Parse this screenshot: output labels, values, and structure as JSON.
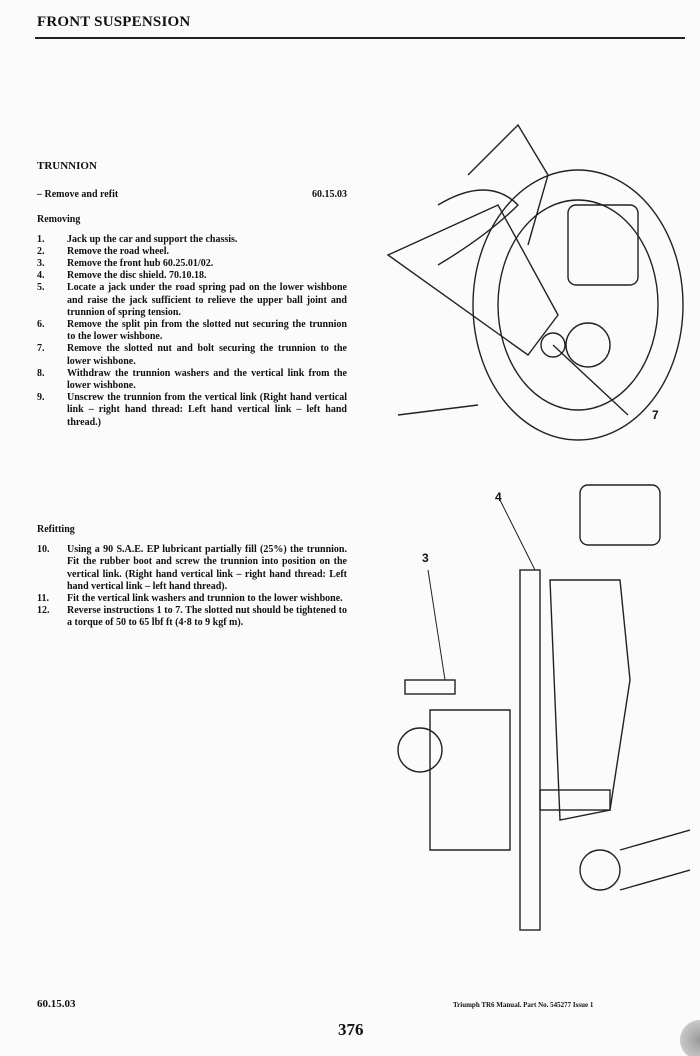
{
  "header": {
    "title": "FRONT SUSPENSION"
  },
  "section": {
    "title": "TRUNNION",
    "subtitle": "– Remove and refit",
    "op_code": "60.15.03"
  },
  "removing": {
    "heading": "Removing",
    "steps": [
      {
        "n": "1.",
        "text": "Jack up the car and support the chassis."
      },
      {
        "n": "2.",
        "text": "Remove the road wheel."
      },
      {
        "n": "3.",
        "text": "Remove the front hub 60.25.01/02."
      },
      {
        "n": "4.",
        "text": "Remove the disc shield. 70.10.18."
      },
      {
        "n": "5.",
        "text": "Locate a jack under the road spring pad on the lower wishbone and raise the jack sufficient to relieve the upper ball joint and trunnion of spring tension."
      },
      {
        "n": "6.",
        "text": "Remove the split pin from the slotted nut securing the trunnion to the lower wishbone."
      },
      {
        "n": "7.",
        "text": "Remove the slotted nut and bolt securing the trunnion to the lower wishbone."
      },
      {
        "n": "8.",
        "text": "Withdraw the trunnion washers and the vertical link from the lower wishbone."
      },
      {
        "n": "9.",
        "text": "Unscrew the trunnion from the vertical link (Right hand vertical link – right hand thread: Left hand vertical link – left hand thread.)"
      }
    ]
  },
  "refitting": {
    "heading": "Refitting",
    "steps": [
      {
        "n": "10.",
        "text": "Using a 90 S.A.E. EP lubricant partially fill (25%) the trunnion. Fit the rubber boot and screw the trunnion into position on the vertical link. (Right hand vertical link – right hand thread: Left hand vertical link – left hand thread)."
      },
      {
        "n": "11.",
        "text": "Fit the vertical link washers and trunnion to the lower wishbone."
      },
      {
        "n": "12.",
        "text": "Reverse instructions 1 to 7. The slotted nut should be tightened to a torque of 50 to 65 lbf ft (4·8 to 9 kgf m)."
      }
    ]
  },
  "figures": {
    "top_callout": "7",
    "bottom_callouts": [
      "4",
      "3"
    ]
  },
  "footer": {
    "op_code": "60.15.03",
    "manual": "Triumph TR6 Manual. Part No. 545277 Issue 1",
    "page": "376"
  }
}
